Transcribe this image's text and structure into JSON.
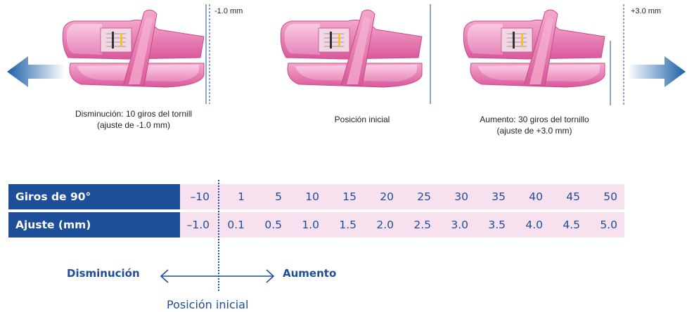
{
  "illustrations": [
    {
      "caption_line1": "Disminución: 10 giros del tornill",
      "caption_line2": "(ajuste de -1.0 mm)",
      "dim_label": "-1.0 mm"
    },
    {
      "caption_line1": "Posición inicial",
      "caption_line2": ""
    },
    {
      "caption_line1": "Aumento: 30 giros del tornillo",
      "caption_line2": "(ajuste de +3.0 mm)",
      "dim_label": "+3.0 mm"
    }
  ],
  "table": {
    "row1_header": "Giros de 90°",
    "row2_header": "Ajuste (mm)",
    "turns": [
      "–10",
      "1",
      "5",
      "10",
      "15",
      "20",
      "25",
      "30",
      "35",
      "40",
      "45",
      "50"
    ],
    "adjust": [
      "–1.0",
      "0.1",
      "0.5",
      "1.0",
      "1.5",
      "2.0",
      "2.5",
      "3.0",
      "3.5",
      "4.0",
      "4.5",
      "5.0"
    ]
  },
  "directions": {
    "decrease": "Disminución",
    "increase": "Aumento"
  },
  "start_position_label": "Posición inicial",
  "colors": {
    "brand_blue": "#1c4e9a",
    "cell_pink": "#f7e1ee",
    "aligner_pink": "#e87ab3"
  }
}
